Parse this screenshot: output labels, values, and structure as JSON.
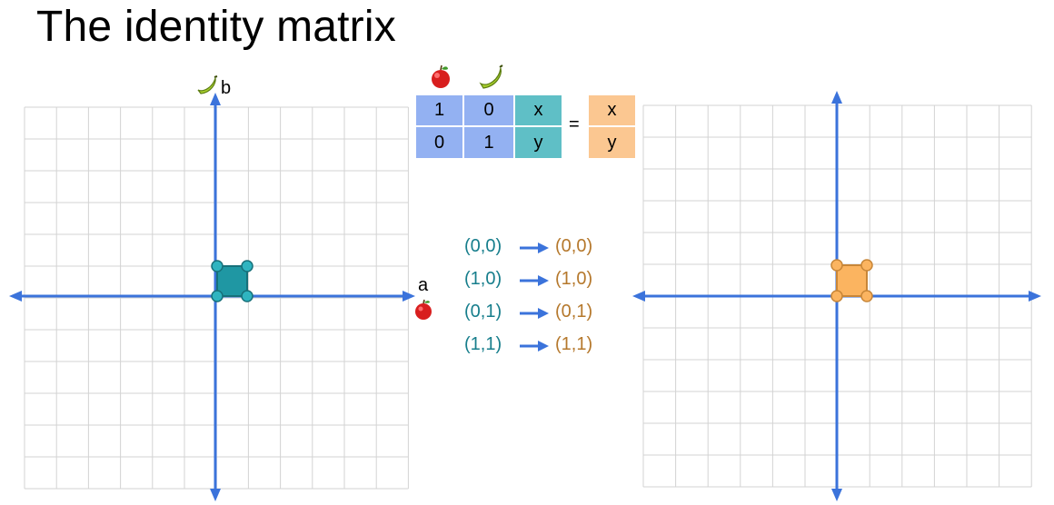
{
  "title": "The identity matrix",
  "left_plane": {
    "x_axis_label": "a",
    "y_axis_label": "b"
  },
  "matrix": {
    "header_icons": [
      "apple-icon",
      "banana-icon"
    ],
    "rows": [
      [
        "1",
        "0"
      ],
      [
        "0",
        "1"
      ]
    ],
    "vector": [
      "x",
      "y"
    ],
    "equals": "=",
    "result": [
      "x",
      "y"
    ]
  },
  "mappings": [
    {
      "from": "(0,0)",
      "to": "(0,0)"
    },
    {
      "from": "(1,0)",
      "to": "(1,0)"
    },
    {
      "from": "(0,1)",
      "to": "(0,1)"
    },
    {
      "from": "(1,1)",
      "to": "(1,1)"
    }
  ],
  "colors": {
    "axis": "#3b73db",
    "grid": "#d3d3d3",
    "input_square": "#1f97a3",
    "input_square_stroke": "#17707a",
    "output_square": "#fbb460",
    "output_square_stroke": "#c88638",
    "from_text": "#177e8c",
    "to_text": "#b5782c",
    "matrix_cell": "#93b1f2",
    "vector_cell": "#5fbfc6",
    "result_cell": "#fbc791"
  }
}
